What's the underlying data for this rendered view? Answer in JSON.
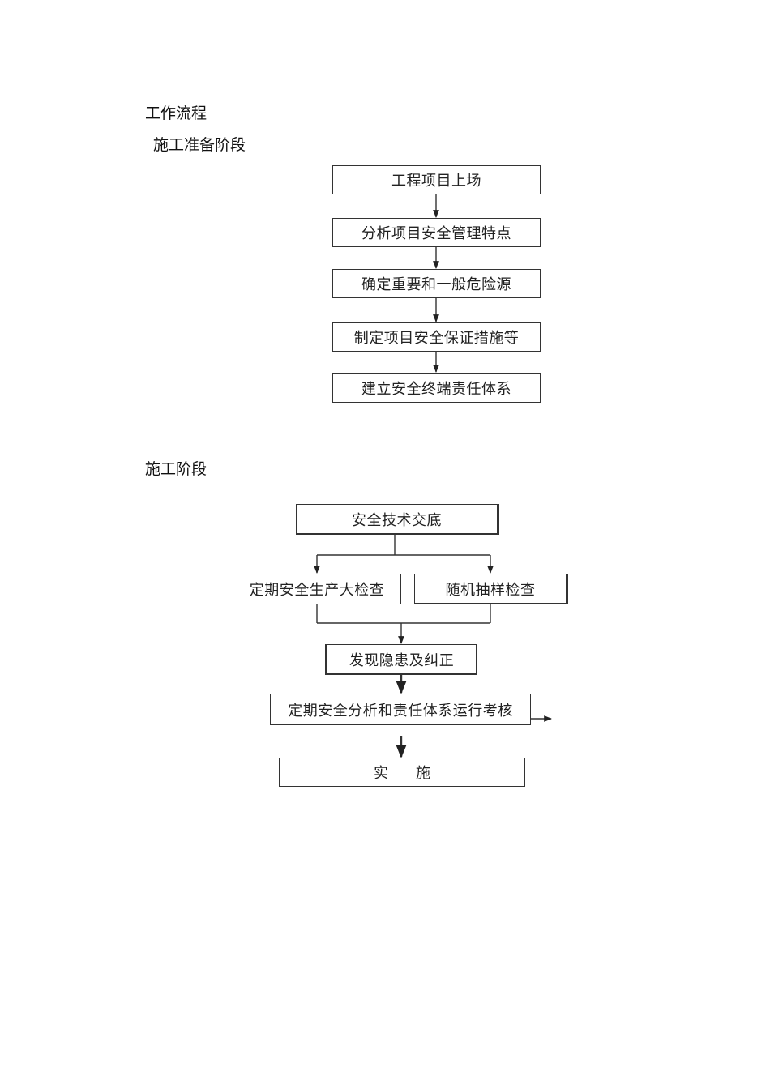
{
  "title": "工作流程",
  "sections": {
    "prep": {
      "heading": "施工准备阶段",
      "steps": [
        "工程项目上场",
        "分析项目安全管理特点",
        "确定重要和一般危险源",
        "制定项目安全保证措施等",
        "建立安全终端责任体系"
      ]
    },
    "construction": {
      "heading": "施工阶段",
      "start": "安全技术交底",
      "branch_left": "定期安全生产大检查",
      "branch_right": "随机抽样检查",
      "merge": "发现隐患及纠正",
      "review": "定期安全分析和责任体系运行考核",
      "end_left": "实",
      "end_right": "施"
    }
  }
}
